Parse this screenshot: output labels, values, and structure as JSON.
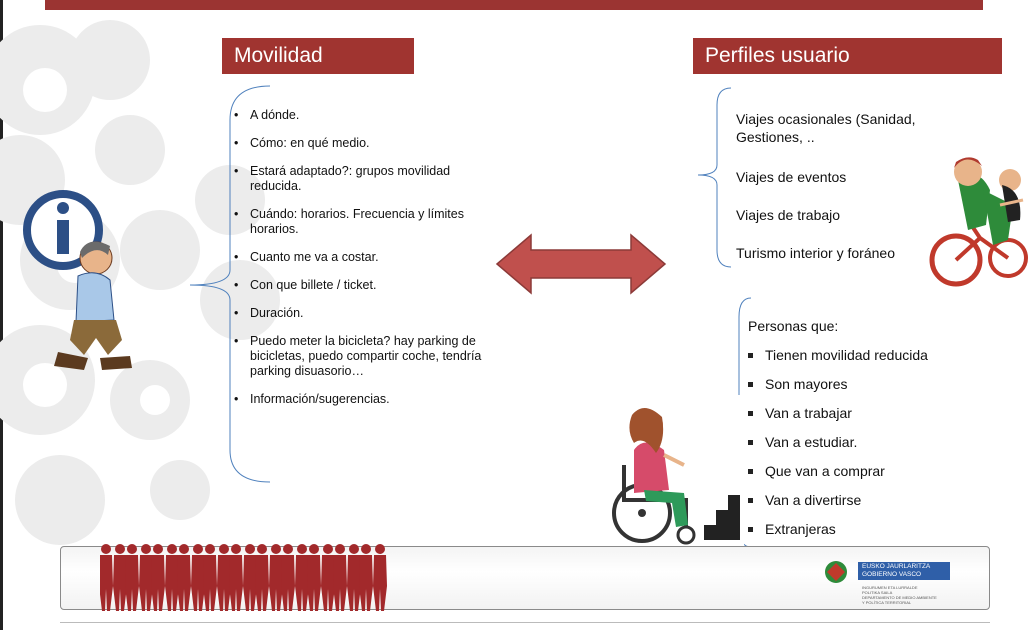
{
  "header_left": "Movilidad",
  "header_right": "Perfiles usuario",
  "left_bullets": [
    "A dónde.",
    "Cómo: en qué medio.",
    "Estará adaptado?: grupos movilidad reducida.",
    "Cuándo: horarios. Frecuencia y límites horarios.",
    "Cuanto me va a costar.",
    "Con que billete / ticket.",
    "Duración.",
    "Puedo meter la bicicleta? hay parking de bicicletas, puedo compartir coche, tendría parking disuasorio…",
    "Información/sugerencias."
  ],
  "bullet_char": "•",
  "right_plain": [
    "Viajes ocasionales (Sanidad, Gestiones, ..",
    "Viajes de eventos",
    "Viajes de trabajo",
    "Turismo interior y foráneo"
  ],
  "personas_title": "Personas que:",
  "personas_items": [
    "Tienen movilidad reducida",
    "Son mayores",
    "Van a trabajar",
    "Van a estudiar.",
    "Que van a comprar",
    "Van a divertirse",
    "Extranjeras"
  ],
  "footer": {
    "logo_line1": "EUSKO JAURLARITZA",
    "logo_line2": "GOBIERNO VASCO",
    "dept_line1": "INGURUMEN ETA LURRALDE",
    "dept_line2": "POLITIKA SAILA",
    "dept_line3": "DEPARTAMENTO DE MEDIO AMBIENTE",
    "dept_line4": "Y POLÍTICA TERRITORIAL"
  },
  "colors": {
    "header_red": "#a03430",
    "arrow_fill": "#c0504d",
    "brace_blue": "#4f81bd"
  }
}
